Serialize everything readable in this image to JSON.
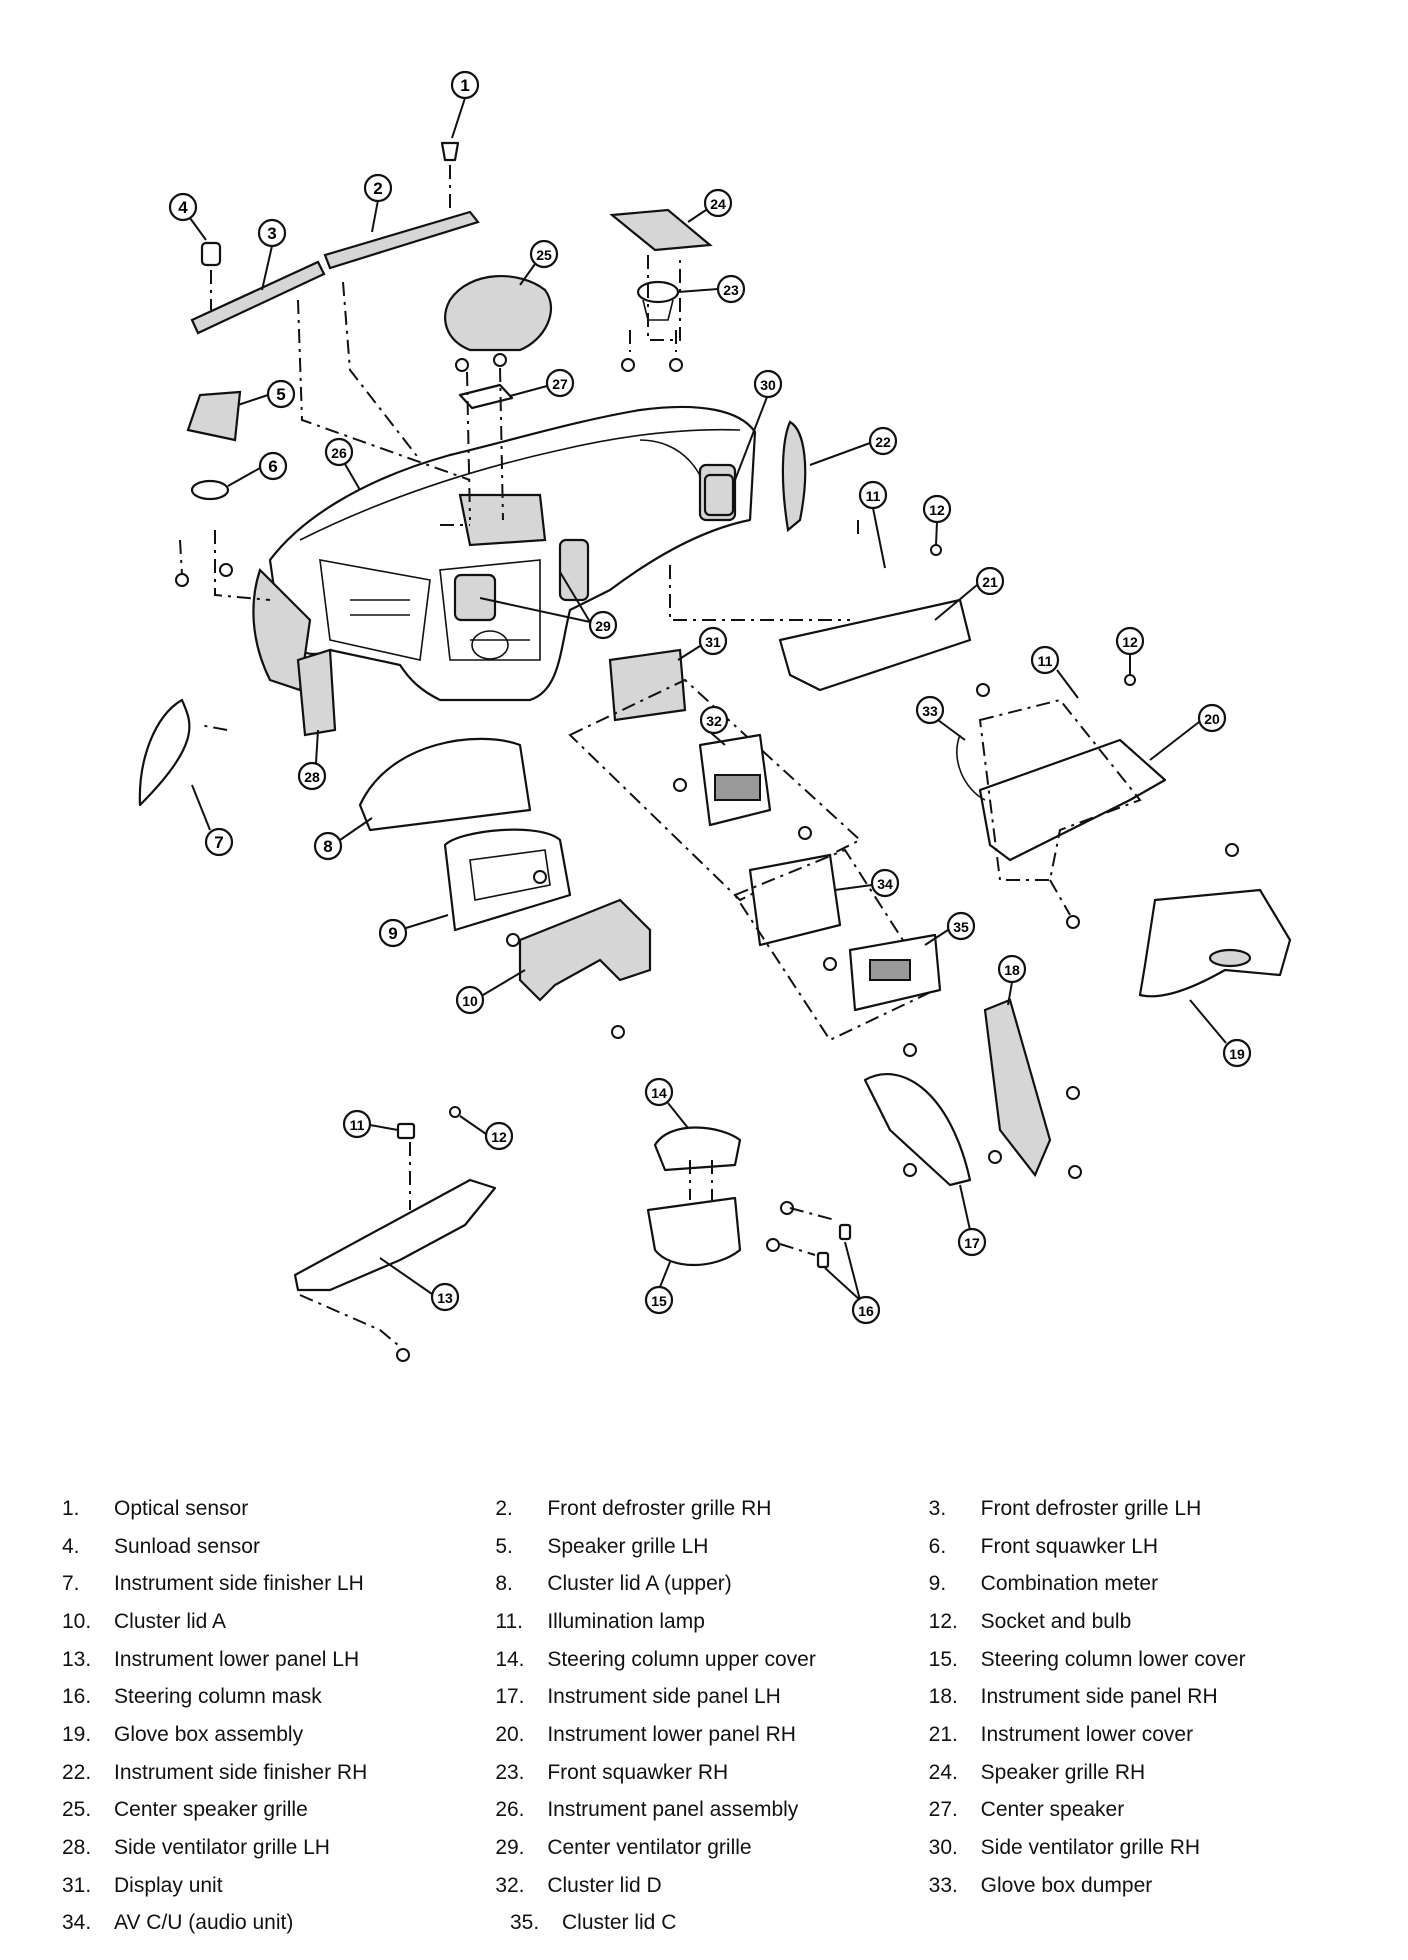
{
  "callouts": [
    "1",
    "2",
    "3",
    "4",
    "5",
    "6",
    "7",
    "8",
    "9",
    "10",
    "11",
    "12",
    "13",
    "14",
    "15",
    "16",
    "17",
    "18",
    "19",
    "20",
    "21",
    "22",
    "23",
    "24",
    "25",
    "26",
    "27",
    "28",
    "29",
    "30",
    "31",
    "32",
    "33",
    "34",
    "35"
  ],
  "legend": [
    {
      "num": "1.",
      "name": "Optical sensor"
    },
    {
      "num": "2.",
      "name": "Front defroster grille RH"
    },
    {
      "num": "3.",
      "name": "Front defroster grille LH"
    },
    {
      "num": "4.",
      "name": "Sunload sensor"
    },
    {
      "num": "5.",
      "name": "Speaker grille LH"
    },
    {
      "num": "6.",
      "name": "Front squawker LH"
    },
    {
      "num": "7.",
      "name": "Instrument side finisher LH"
    },
    {
      "num": "8.",
      "name": "Cluster lid A (upper)"
    },
    {
      "num": "9.",
      "name": "Combination meter"
    },
    {
      "num": "10.",
      "name": "Cluster lid A"
    },
    {
      "num": "11.",
      "name": "Illumination lamp"
    },
    {
      "num": "12.",
      "name": "Socket and bulb"
    },
    {
      "num": "13.",
      "name": "Instrument lower panel LH"
    },
    {
      "num": "14.",
      "name": "Steering column upper cover"
    },
    {
      "num": "15.",
      "name": "Steering column lower cover"
    },
    {
      "num": "16.",
      "name": "Steering column mask"
    },
    {
      "num": "17.",
      "name": "Instrument side panel LH"
    },
    {
      "num": "18.",
      "name": "Instrument side panel RH"
    },
    {
      "num": "19.",
      "name": "Glove box assembly"
    },
    {
      "num": "20.",
      "name": "Instrument lower panel RH"
    },
    {
      "num": "21.",
      "name": "Instrument lower cover"
    },
    {
      "num": "22.",
      "name": "Instrument side finisher RH"
    },
    {
      "num": "23.",
      "name": "Front squawker RH"
    },
    {
      "num": "24.",
      "name": "Speaker grille RH"
    },
    {
      "num": "25.",
      "name": "Center speaker grille"
    },
    {
      "num": "26.",
      "name": "Instrument panel assembly"
    },
    {
      "num": "27.",
      "name": "Center speaker"
    },
    {
      "num": "28.",
      "name": "Side ventilator grille LH"
    },
    {
      "num": "29.",
      "name": "Center ventilator grille"
    },
    {
      "num": "30.",
      "name": "Side ventilator grille RH"
    },
    {
      "num": "31.",
      "name": "Display unit"
    },
    {
      "num": "32.",
      "name": "Cluster lid D"
    },
    {
      "num": "33.",
      "name": "Glove box dumper"
    },
    {
      "num": "34.",
      "name": "AV C/U (audio unit)"
    },
    {
      "num": "35.",
      "name": "Cluster lid C"
    }
  ]
}
